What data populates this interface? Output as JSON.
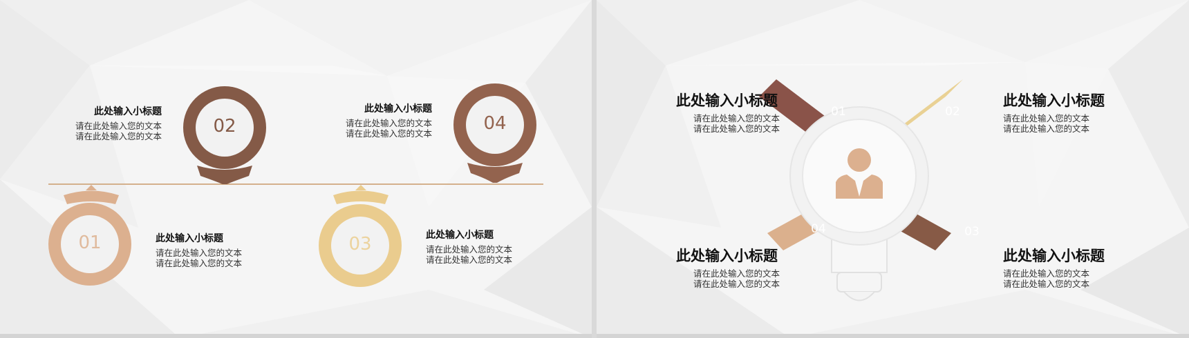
{
  "left_slide": {
    "items": [
      {
        "number": "01",
        "subtitle": "此处输入小标题",
        "line1": "请在此处输入您的文本",
        "line2": "请在此处输入您的文本",
        "color": "#dcb08f"
      },
      {
        "number": "02",
        "subtitle": "此处输入小标题",
        "line1": "请在此处输入您的文本",
        "line2": "请在此处输入您的文本",
        "color": "#845a47"
      },
      {
        "number": "03",
        "subtitle": "此处输入小标题",
        "line1": "请在此处输入您的文本",
        "line2": "请在此处输入您的文本",
        "color": "#eacc8e"
      },
      {
        "number": "04",
        "subtitle": "此处输入小标题",
        "line1": "请在此处输入您的文本",
        "line2": "请在此处输入您的文本",
        "color": "#93634e"
      }
    ],
    "timeline_color": "#c99a6a"
  },
  "right_slide": {
    "items": [
      {
        "number": "01",
        "subtitle": "此处输入小标题",
        "line1": "请在此处输入您的文本",
        "line2": "请在此处输入您的文本",
        "color": "#8a5349"
      },
      {
        "number": "02",
        "subtitle": "此处输入小标题",
        "line1": "请在此处输入您的文本",
        "line2": "请在此处输入您的文本",
        "color": "#e9d194"
      },
      {
        "number": "03",
        "subtitle": "此处输入小标题",
        "line1": "请在此处输入您的文本",
        "line2": "请在此处输入您的文本",
        "color": "#875a46"
      },
      {
        "number": "04",
        "subtitle": "此处输入小标题",
        "line1": "请在此处输入您的文本",
        "line2": "请在此处输入您的文本",
        "color": "#dbb08d"
      }
    ],
    "center_icon": "person-icon",
    "center_icon_color": "#dcb08f"
  }
}
